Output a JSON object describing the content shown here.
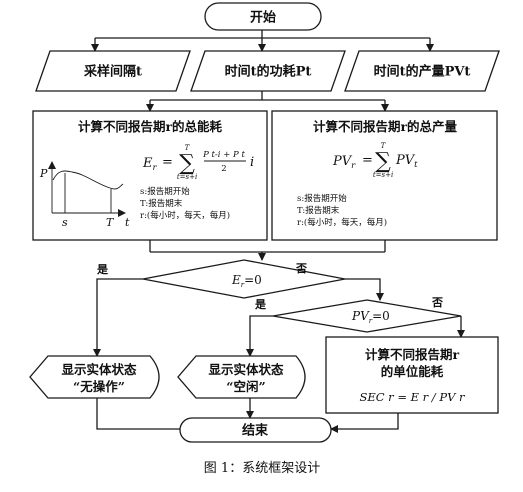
{
  "flowchart": {
    "start": "开始",
    "end": "结束",
    "inputs": [
      "采样间隔t",
      "时间t的功耗Pt",
      "时间t的产量PVt"
    ],
    "energy_box": {
      "title": "计算不同报告期r的总能耗",
      "formula_lhs": "E",
      "formula_lhs_sub": "r",
      "formula_eq": "=",
      "sum_upper": "T",
      "sum_lower": "t=s+i",
      "frac_num": "P t-i + P t",
      "frac_den": "2",
      "formula_tail": "i",
      "graph_p": "P",
      "graph_s": "s",
      "graph_T": "T",
      "graph_t": "t",
      "legend": [
        "s:报告期开始",
        "T:报告期末",
        "r:(每小时，每天，每月)"
      ]
    },
    "output_box": {
      "title": "计算不同报告期r的总产量",
      "formula_lhs": "PV",
      "formula_lhs_sub": "r",
      "formula_eq": "=",
      "sum_upper": "T",
      "sum_lower": "t=s+i",
      "term": "PV",
      "term_sub": "t",
      "legend": [
        "s:报告期开始",
        "T:报告期末",
        "r:(每小时，每天，每月)"
      ]
    },
    "decision1": {
      "text": "E",
      "sub": "r",
      "tail": "=0",
      "yes": "是",
      "no": "否"
    },
    "decision2": {
      "text": "PV",
      "sub": "r",
      "tail": "=0",
      "yes": "是",
      "no": "否"
    },
    "state_noop": [
      "显示实体状态",
      "“无操作”"
    ],
    "state_idle": [
      "显示实体状态",
      "“空闲”"
    ],
    "sec_box": {
      "line1": "计算不同报告期r",
      "line2": "的单位能耗",
      "formula": "SEC r = E r / PV r"
    }
  },
  "caption": "图 1：系统框架设计"
}
